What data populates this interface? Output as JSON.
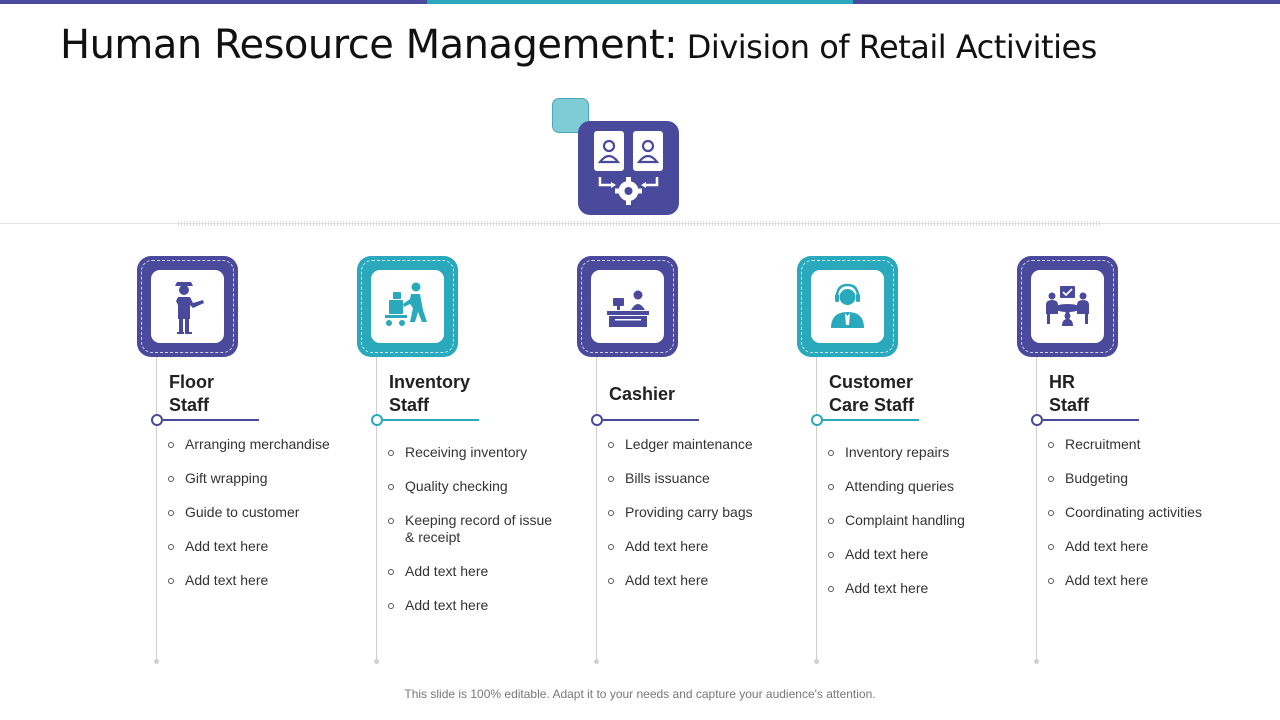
{
  "colors": {
    "purple": "#4a4a9c",
    "teal": "#2aa9bc",
    "light_teal": "#7fcbd6"
  },
  "title": {
    "main": "Human Resource Management:",
    "sub": "Division of Retail Activities"
  },
  "center": {
    "icon": "org-chart-people-gear-icon"
  },
  "columns": [
    {
      "icon": "floor-staff-person-icon",
      "color": "purple",
      "heading": "Floor\nStaff",
      "items": [
        "Arranging merchandise",
        "Gift wrapping",
        "Guide to customer",
        "Add text here",
        "Add text here"
      ]
    },
    {
      "icon": "inventory-trolley-icon",
      "color": "teal",
      "heading": "Inventory\nStaff",
      "items": [
        "Receiving inventory",
        "Quality checking",
        "Keeping record of issue & receipt",
        "Add text here",
        "Add text here"
      ]
    },
    {
      "icon": "cashier-counter-icon",
      "color": "purple",
      "heading": "Cashier",
      "items": [
        "Ledger maintenance",
        "Bills issuance",
        "Providing carry bags",
        "Add text here",
        "Add text here"
      ]
    },
    {
      "icon": "headset-agent-icon",
      "color": "teal",
      "heading": "Customer\nCare Staff",
      "items": [
        "Inventory repairs",
        "Attending queries",
        "Complaint handling",
        "Add text here",
        "Add text here"
      ]
    },
    {
      "icon": "hr-meeting-table-icon",
      "color": "purple",
      "heading": "HR\nStaff",
      "items": [
        "Recruitment",
        "Budgeting",
        "Coordinating activities",
        "Add text here",
        "Add text here"
      ]
    }
  ],
  "footer": "This slide is 100% editable. Adapt it to your needs and capture your audience's attention."
}
